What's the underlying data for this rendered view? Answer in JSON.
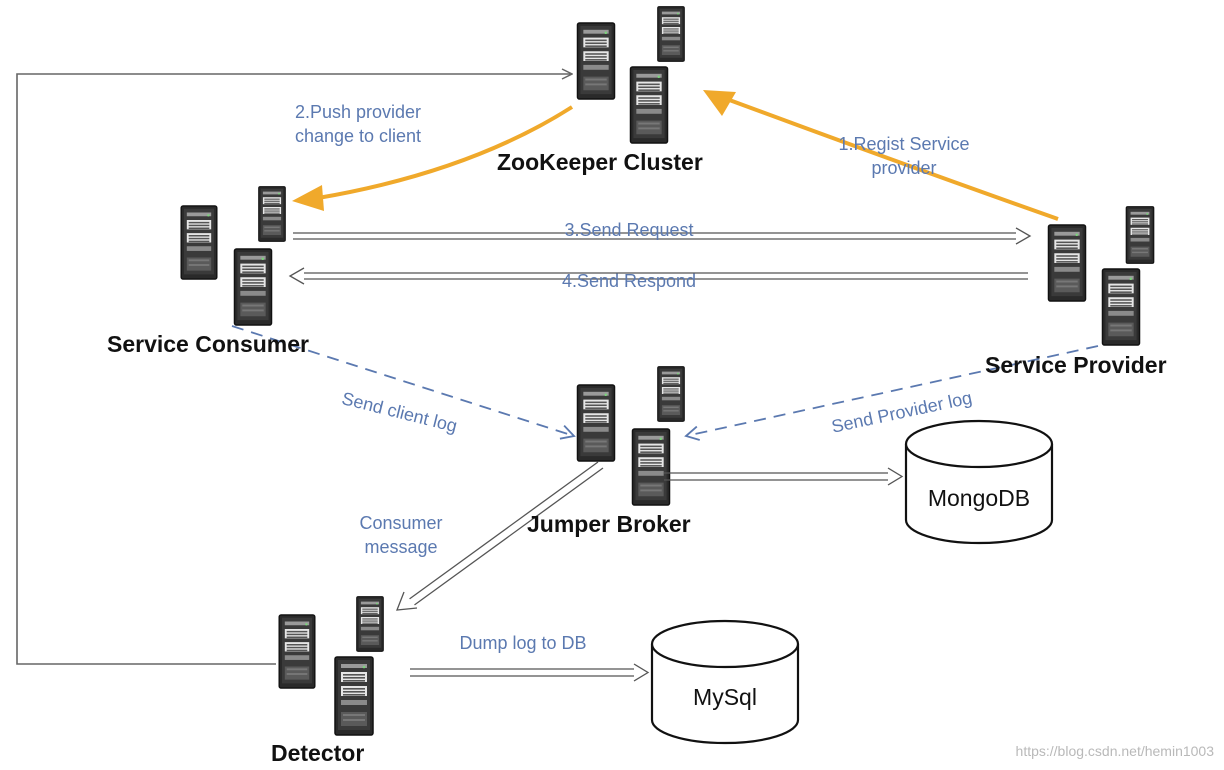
{
  "nodes": {
    "zookeeper": "ZooKeeper  Cluster",
    "consumer": "Service Consumer",
    "provider": "Service  Provider",
    "broker": "Jumper Broker",
    "detector": "Detector"
  },
  "databases": {
    "mongodb": "MongoDB",
    "mysql": "MySql"
  },
  "edges": {
    "regist_1": "1.Regist Service",
    "regist_2": "provider",
    "push_1": "2.Push provider",
    "push_2": "change to client",
    "send_request": "3.Send Request",
    "send_respond": "4.Send Respond",
    "client_log": "Send client log",
    "provider_log": "Send Provider log",
    "consumer_msg_1": "Consumer",
    "consumer_msg_2": "message",
    "dump_log": "Dump log to DB"
  },
  "watermark": "https://blog.csdn.net/hemin1003",
  "colors": {
    "accent_arrow": "#f0a92b",
    "label_blue": "#5b79b0",
    "line_gray": "#666666"
  }
}
